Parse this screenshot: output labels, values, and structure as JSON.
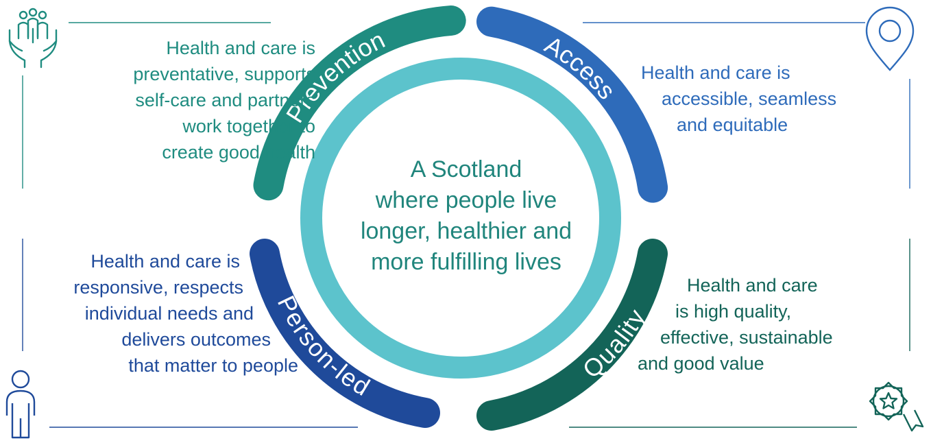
{
  "centre": {
    "lines": [
      "A Scotland",
      "where people live",
      "longer, healthier and",
      "more fulfilling lives"
    ],
    "color": "#20857c"
  },
  "colors": {
    "prevention": "#1f8c80",
    "access": "#2e6bba",
    "person_led": "#1f4a9a",
    "quality": "#136458",
    "ring": "#5cc3cc",
    "divider_green": "#1f8c80",
    "divider_blue": "#2e6bba"
  },
  "segments": [
    {
      "id": "prevention",
      "label": "Prevention",
      "icon": "people-in-hands-icon",
      "description": [
        "Health and care is",
        "preventative, supports",
        "self-care and partners",
        "work together to",
        "create good health"
      ],
      "text_color": "#1f8c80"
    },
    {
      "id": "access",
      "label": "Access",
      "icon": "location-pin-icon",
      "description": [
        "Health and care is",
        "accessible, seamless",
        "and equitable"
      ],
      "text_color": "#2e6bba"
    },
    {
      "id": "person_led",
      "label": "Person-led",
      "icon": "person-icon",
      "description": [
        "Health and care is",
        "responsive, respects",
        "individual needs and",
        "delivers outcomes",
        "that matter to people"
      ],
      "text_color": "#1f4a9a"
    },
    {
      "id": "quality",
      "label": "Quality",
      "icon": "award-rosette-icon",
      "description": [
        "Health and care",
        "is high quality,",
        "effective, sustainable",
        "and good value"
      ],
      "text_color": "#136458"
    }
  ]
}
